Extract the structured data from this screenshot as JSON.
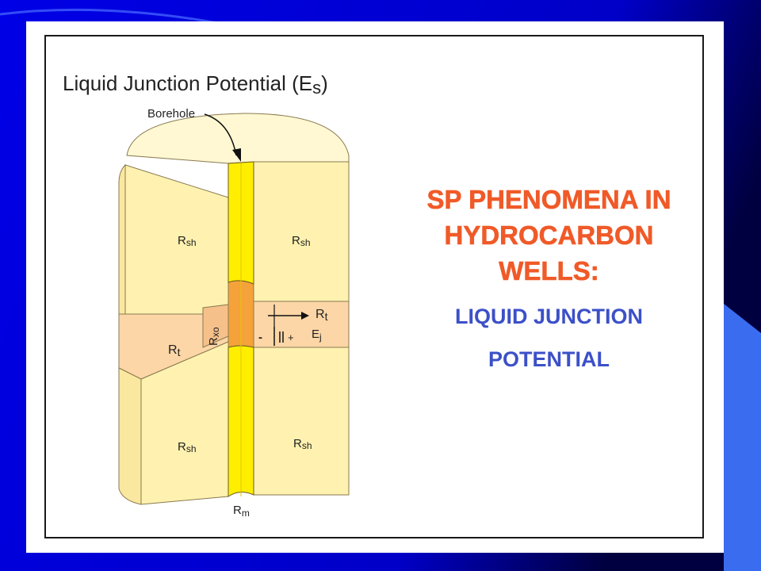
{
  "colors": {
    "background": "#0000d8",
    "panel": "#ffffff",
    "heading": "#f05a28",
    "subheading": "#3c50c8",
    "shale": "#fff2b0",
    "shale_top": "#fff8d2",
    "shale_side": "#fbe8a0",
    "sand": "#fcd6a6",
    "flushed_zone": "#f5a23a",
    "borehole": "#ffee00"
  },
  "diagram": {
    "title": "Liquid Junction Potential (E",
    "title_subscript": "s",
    "title_close": ")",
    "borehole_label": "Borehole",
    "labels": {
      "shale_upper_left": {
        "main": "R",
        "sub": "sh"
      },
      "shale_upper_right": {
        "main": "R",
        "sub": "sh"
      },
      "shale_lower_left": {
        "main": "R",
        "sub": "sh"
      },
      "shale_lower_right": {
        "main": "R",
        "sub": "sh"
      },
      "sand_left": {
        "main": "R",
        "sub": "t"
      },
      "sand_right": {
        "main": "R",
        "sub": "t"
      },
      "flushed": {
        "main": "R",
        "sub": "xo"
      },
      "mud": {
        "main": "R",
        "sub": "m"
      },
      "junction": {
        "main": "E",
        "sub": "j"
      },
      "minus_sign": "-",
      "plus_sign": "+"
    }
  },
  "side_text": {
    "heading_lines": [
      "SP PHENOMENA IN",
      "HYDROCARBON",
      "WELLS:"
    ],
    "sub_lines": [
      "LIQUID JUNCTION",
      "POTENTIAL"
    ]
  }
}
